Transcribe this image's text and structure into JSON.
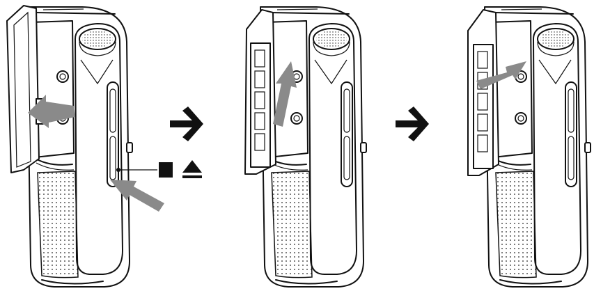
{
  "figure": {
    "steps": [
      {
        "id": 1,
        "action": "press-stop-eject-open-lid"
      },
      {
        "id": 2,
        "action": "insert-cassette-angled"
      },
      {
        "id": 3,
        "action": "push-cassette-in"
      }
    ],
    "button_symbols": [
      "■",
      "⏏"
    ]
  },
  "colors": {
    "ink": "#111111",
    "arrow": "#8a8a8a",
    "background": "#ffffff"
  },
  "icons": {
    "step_arrow": "right-arrow-icon",
    "stop": "stop-icon",
    "eject": "eject-icon"
  }
}
